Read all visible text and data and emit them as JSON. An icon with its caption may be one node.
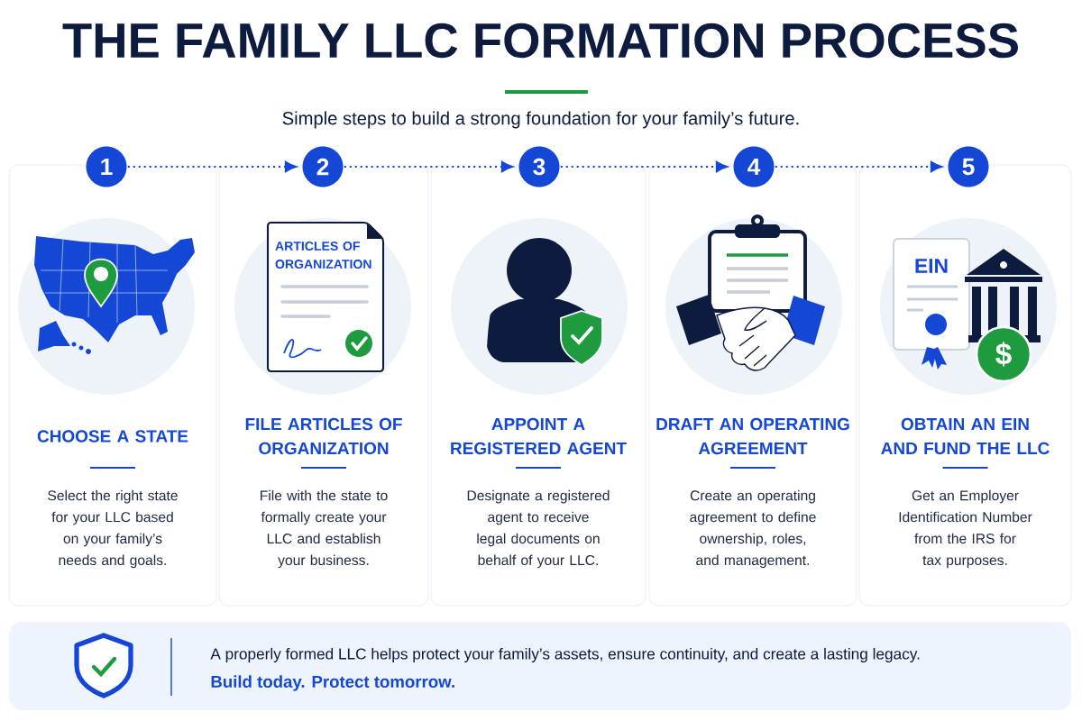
{
  "diagram": {
    "title": "THE FAMILY LLC FORMATION PROCESS",
    "nodes": [
      {
        "text": [
          "1"
        ]
      },
      {
        "text": [
          "2"
        ]
      },
      {
        "text": [
          "3"
        ]
      },
      {
        "text": [
          "4"
        ]
      },
      {
        "text": [
          "5"
        ]
      },
      {
        "text": [
          "CHOOSE A STATE",
          "Select the right state for your LLC based on your family’s needs and goals."
        ]
      },
      {
        "text": [
          "FILE ARTICLES OF ORGANIZATION",
          "File with the state to formally create your LLC and establish your business."
        ]
      },
      {
        "text": [
          "APPOINT A REGISTERED AGENT",
          "Designate a registered agent to receive legal documents on behalf of your LLC."
        ]
      },
      {
        "text": [
          "DRAFT AN OPERATING AGREEMENT",
          "Create an operating agreement to define ownership, roles, and management."
        ]
      },
      {
        "text": [
          "OBTAIN AN EIN AND FUND THE LLC",
          "Get an Employer Identification Number from the IRS for tax purposes."
        ]
      },
      {
        "text": [
          "A properly formed LLC helps protect your family’s assets, ensure continuity, and create a lasting legacy.",
          "Build today. Protect tomorrow."
        ]
      }
    ],
    "edges": [
      {
        "from": 0,
        "to": 1,
        "arrow": "to"
      },
      {
        "from": 1,
        "to": 2,
        "arrow": "to"
      },
      {
        "from": 2,
        "to": 3,
        "arrow": "to"
      },
      {
        "from": 3,
        "to": 4,
        "arrow": "to"
      }
    ],
    "labels": [
      "Simple steps to build a strong foundation for your family’s future.",
      "ARTICLES OF ORGANIZATION",
      "EIN",
      "$"
    ]
  }
}
